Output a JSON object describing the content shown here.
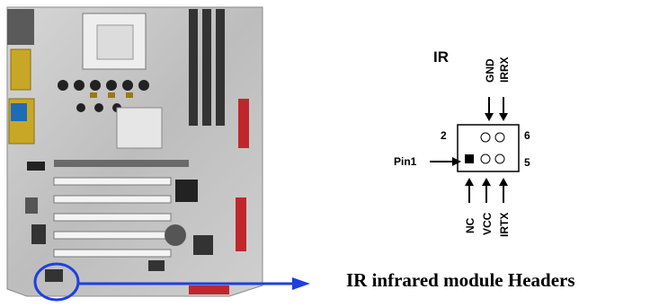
{
  "diagram": {
    "title": "IR",
    "top_pins": [
      "GND",
      "IRRX"
    ],
    "bottom_pins": [
      "NC",
      "VCC",
      "IRTX"
    ],
    "pin_numbers": {
      "top_left": "2",
      "top_right": "6",
      "bottom_right": "5"
    },
    "pin1_label": "Pin1"
  },
  "caption": "IR infrared module Headers",
  "colors": {
    "arrow": "#1f3fe0",
    "highlight_circle": "#1f3fe0",
    "board": "#b9b9b9"
  }
}
